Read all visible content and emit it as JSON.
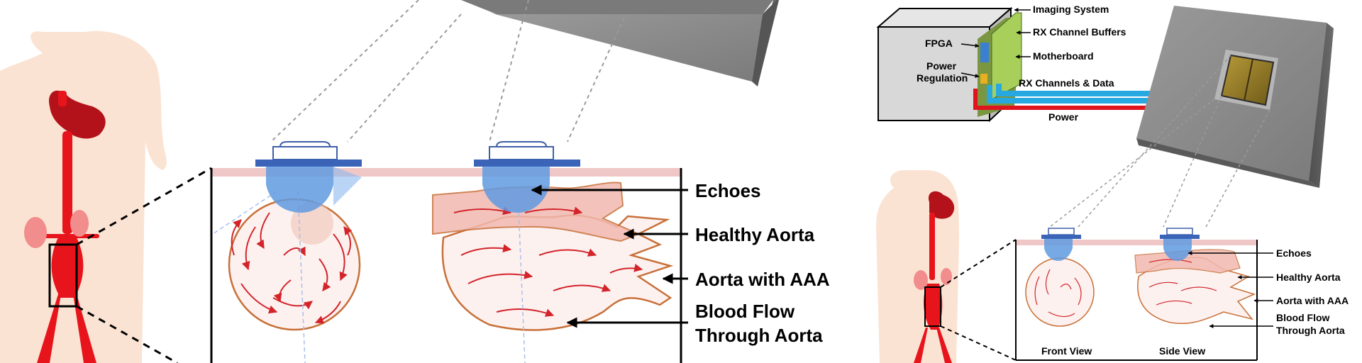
{
  "main_diagram": {
    "labels": {
      "echoes": "Echoes",
      "healthy_aorta": "Healthy Aorta",
      "aorta_aaa": "Aorta with AAA",
      "blood_flow_1": "Blood Flow",
      "blood_flow_2": "Through Aorta"
    }
  },
  "inset": {
    "imaging_system": "Imaging System",
    "rx_channel_buffers": "RX Channel Buffers",
    "fpga": "FPGA",
    "motherboard": "Motherboard",
    "power_regulation_1": "Power",
    "power_regulation_2": "Regulation",
    "rx_channels_data": "RX Channels & Data",
    "power": "Power",
    "labels": {
      "echoes": "Echoes",
      "healthy_aorta": "Healthy Aorta",
      "aorta_aaa": "Aorta with AAA",
      "blood_flow_1": "Blood Flow",
      "blood_flow_2": "Through Aorta"
    },
    "front_view": "Front View",
    "side_view": "Side View"
  },
  "colors": {
    "skin": "#fbe3d3",
    "artery": "#e8141c",
    "heart": "#b3121a",
    "kidney": "#f28d8d",
    "vessel_outline": "#c8703a",
    "vessel_fill": "#fdf1ef",
    "transducer_blue": "#3d86e0",
    "tissue_layer": "#efc7c7",
    "chip_gray": "#8c8c8c",
    "pcb_green": "#a7cf5a",
    "channel_blue": "#28a8e0",
    "power_red": "#e0141c"
  }
}
